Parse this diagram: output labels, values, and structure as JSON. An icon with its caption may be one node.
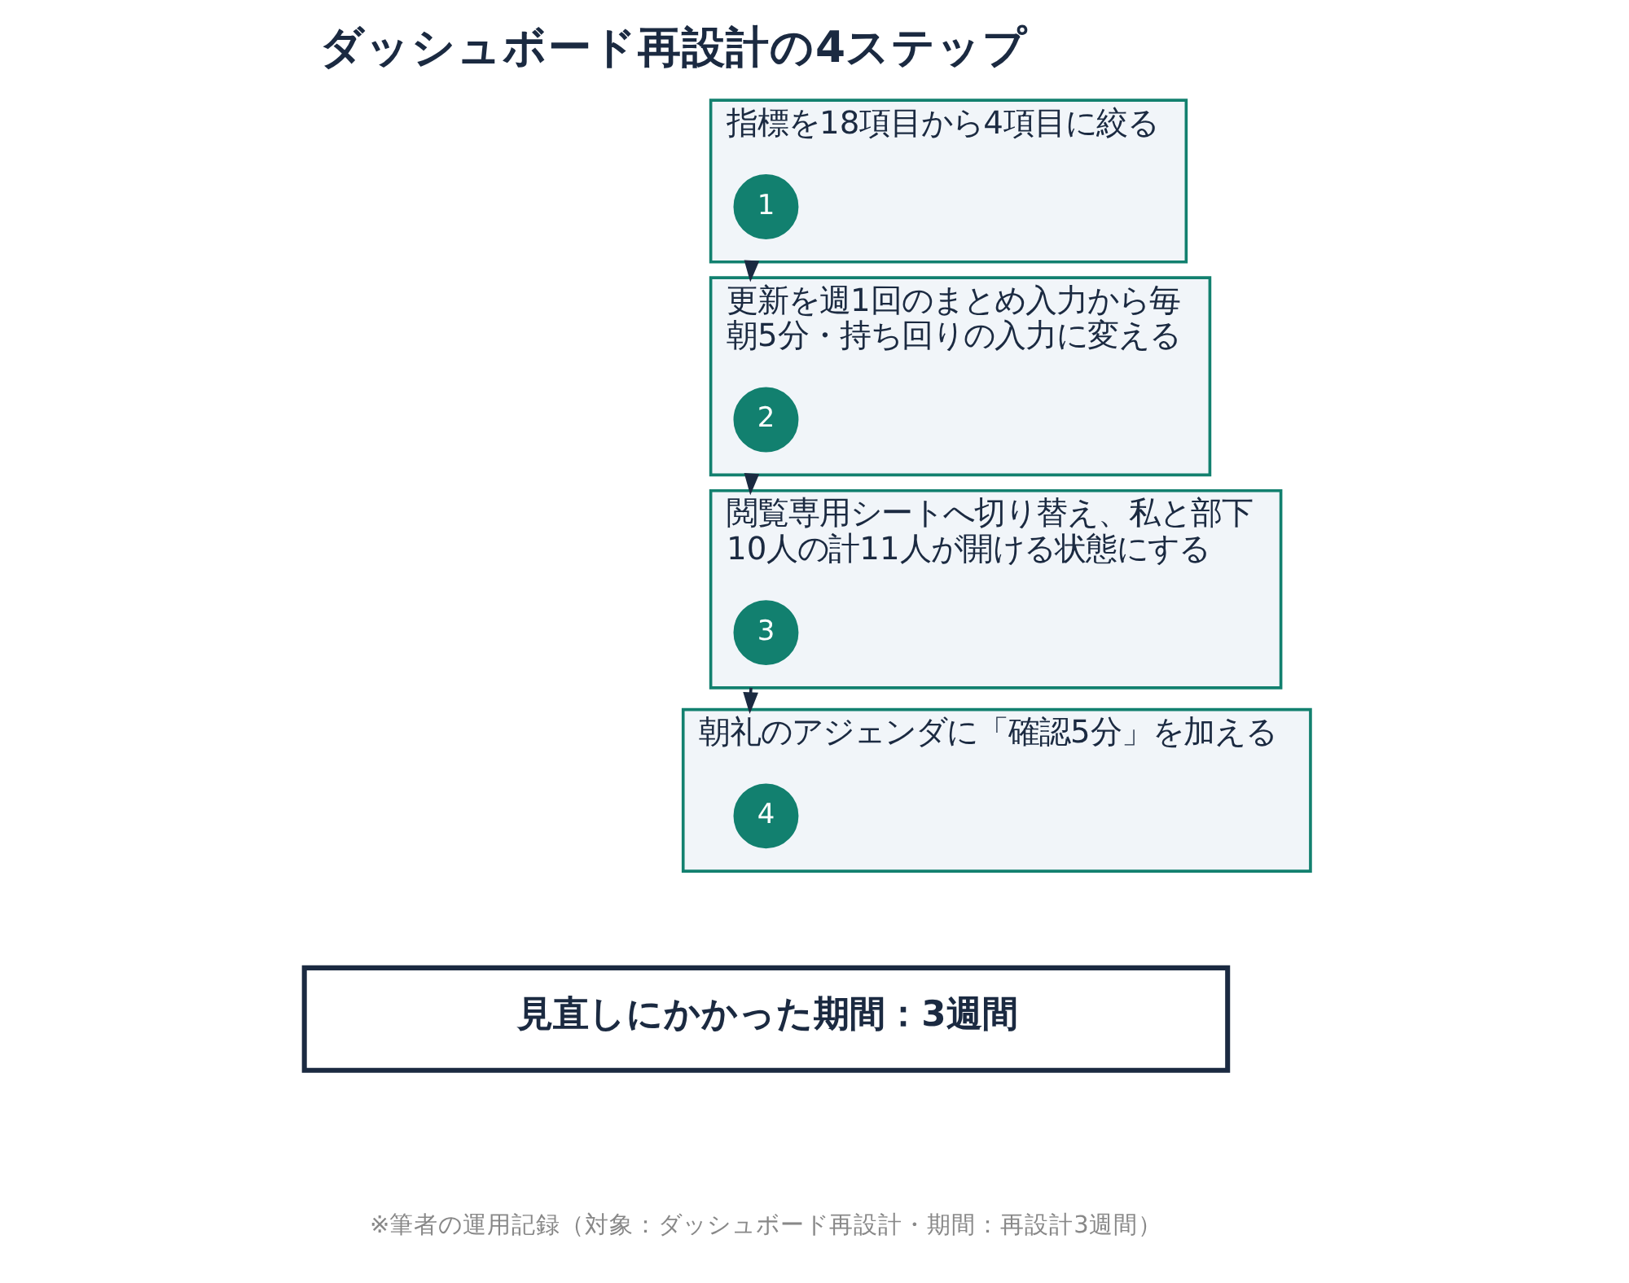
{
  "diagram": {
    "title": "ダッシュボード再設計の4ステップ",
    "nodes": [
      {
        "text": [
          "指標を18項目から4項目に絞る"
        ]
      },
      {
        "text": [
          "1"
        ],
        "in": 0
      },
      {
        "text": [
          "更新を週1回のまとめ入力から毎朝5分・持ち回りの入力に変える"
        ]
      },
      {
        "text": [
          "2"
        ],
        "in": 2
      },
      {
        "text": [
          "閲覧専用シートへ切り替え、私と部下10人の計11人が開ける状態にする"
        ]
      },
      {
        "text": [
          "3"
        ],
        "in": 4
      },
      {
        "text": [
          "朝礼のアジェンダに「確認5分」を加える"
        ]
      },
      {
        "text": [
          "4"
        ],
        "in": 6
      },
      {
        "text": [
          "見直しにかかった期間：3週間"
        ]
      }
    ],
    "edges": [
      {
        "from": 0,
        "to": 2,
        "arrow": "to"
      },
      {
        "from": 2,
        "to": 4,
        "arrow": "to"
      },
      {
        "from": 4,
        "to": 6,
        "arrow": "to"
      }
    ],
    "caption": "※筆者の運用記録（対象：ダッシュボード再設計・期間：再設計3週間）"
  }
}
